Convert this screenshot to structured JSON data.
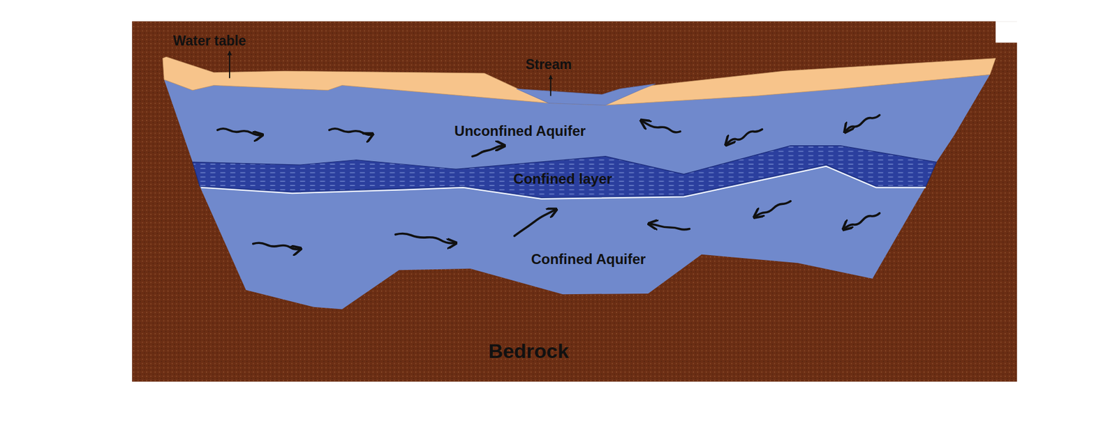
{
  "diagram": {
    "labels": [
      "Water table",
      "Stream",
      "Unconfined Aquifer",
      "Confined layer",
      "Confined Aquifer",
      "Bedrock"
    ]
  }
}
